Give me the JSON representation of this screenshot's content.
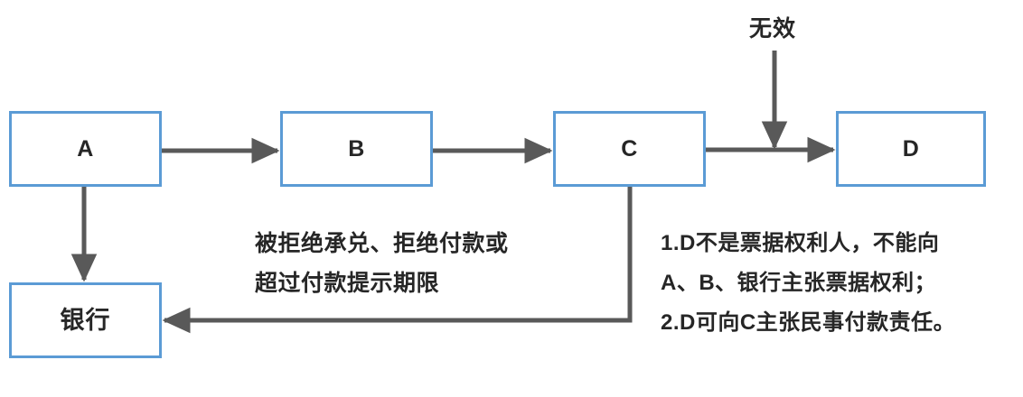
{
  "diagram": {
    "title_label": "无效",
    "nodes": [
      {
        "id": "a",
        "label": "A"
      },
      {
        "id": "b",
        "label": "B"
      },
      {
        "id": "c",
        "label": "C"
      },
      {
        "id": "d",
        "label": "D"
      },
      {
        "id": "bank",
        "label": "银行"
      }
    ],
    "captions": {
      "left_note": "被拒绝承兑、拒绝付款或\n超过付款提示期限",
      "right_note": "1.D不是票据权利人，不能向\nA、B、银行主张票据权利；\n2.D可向C主张民事付款责任。"
    },
    "colors": {
      "node_border": "#5b9bd5",
      "node_fill": "#ffffff",
      "arrow": "#595959",
      "text": "#262626",
      "background": "#ffffff"
    },
    "edges": [
      {
        "id": "a-to-b",
        "from": "A",
        "to": "B",
        "label": ""
      },
      {
        "id": "b-to-c",
        "from": "B",
        "to": "C",
        "label": ""
      },
      {
        "id": "c-to-d",
        "from": "C",
        "to": "D",
        "label": ""
      },
      {
        "id": "invalid-to-cd",
        "from": "无效",
        "to": "C→D",
        "label": "无效"
      },
      {
        "id": "a-to-bank",
        "from": "A",
        "to": "银行",
        "label": ""
      },
      {
        "id": "c-to-bank",
        "from": "C",
        "to": "银行",
        "label": "被拒绝承兑、拒绝付款或超过付款提示期限"
      }
    ]
  }
}
